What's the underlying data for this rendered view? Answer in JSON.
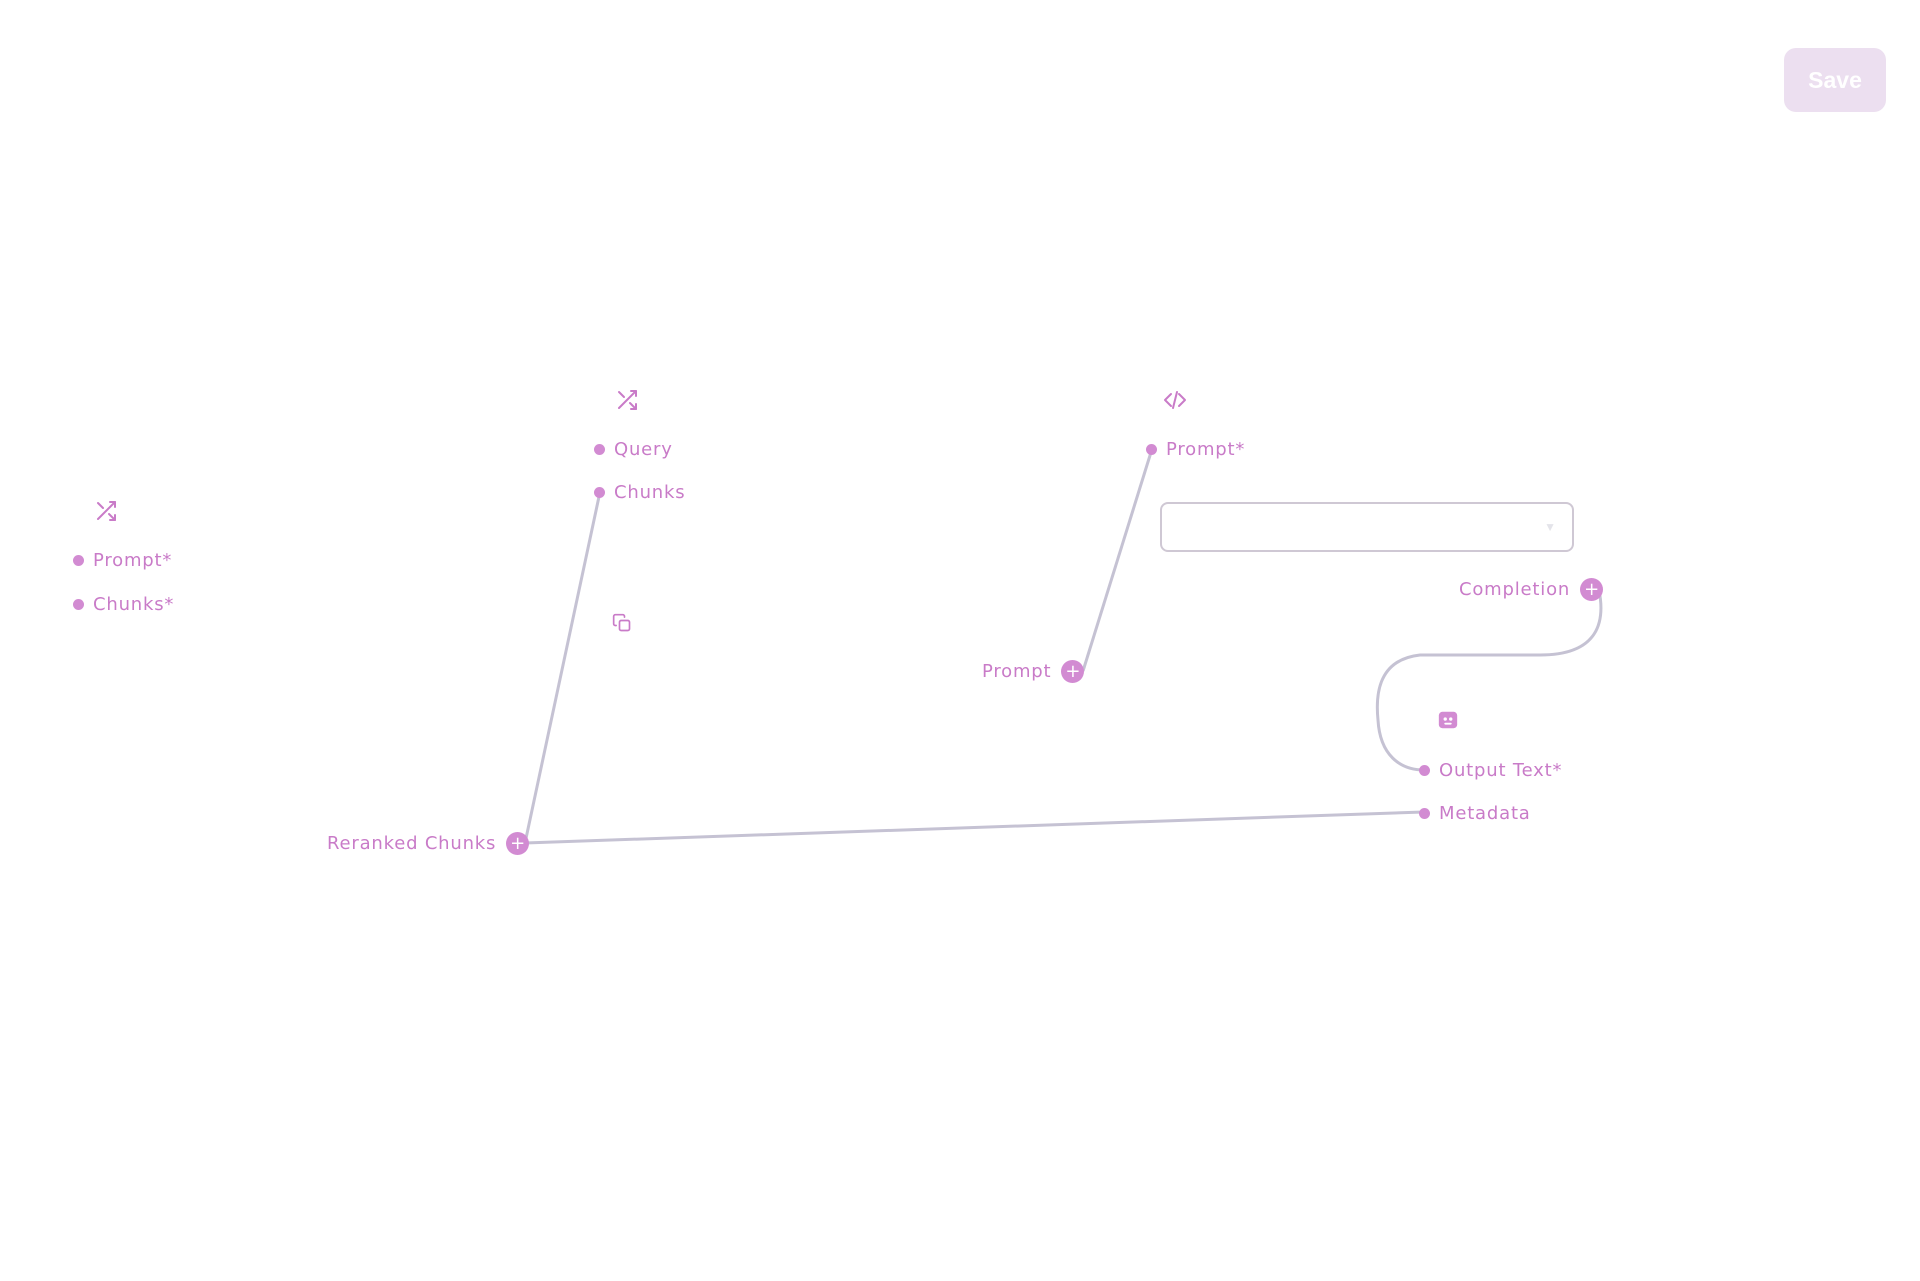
{
  "app": {
    "title": "",
    "save_label": "Save"
  },
  "colors": {
    "accent": "#d28bd2",
    "port_label": "#c97bc8",
    "wire": "#c5c2d3",
    "save_bg": "#ecdff0"
  },
  "nodes": {
    "reranker_a": {
      "icon": "shuffle-icon",
      "title": "",
      "inputs": [
        "Prompt*",
        "Chunks*"
      ],
      "output": "Reranked Chunks"
    },
    "reranker_b": {
      "icon": "shuffle-icon",
      "title": "",
      "inputs": [
        "Query",
        "Chunks"
      ]
    },
    "copy_node": {
      "icon": "copy-icon",
      "title": "",
      "output": "Prompt"
    },
    "code_node": {
      "icon": "code-icon",
      "title": "",
      "inputs": [
        "Prompt*"
      ],
      "select_value": "",
      "output": "Completion"
    },
    "output_node": {
      "icon": "bot-icon",
      "title": "",
      "inputs": [
        "Output Text*",
        "Metadata"
      ]
    }
  }
}
